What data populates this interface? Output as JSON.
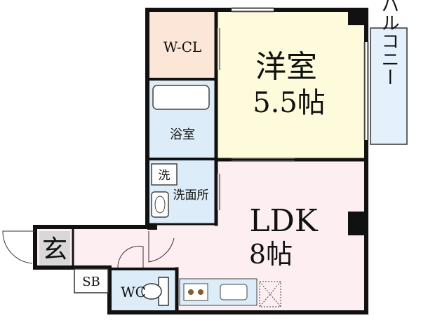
{
  "rooms": {
    "wcl": "W-CL",
    "western": "洋室",
    "western_size": "5.5帖",
    "balcony": "バルコニー",
    "bath": "浴室",
    "washer": "洗",
    "washroom": "洗面所",
    "ldk": "LDK",
    "ldk_size": "8帖",
    "entrance": "玄",
    "sb": "SB",
    "wc": "WC"
  },
  "colors": {
    "wall": "#111111",
    "wcl_fill": "#fbe6d8",
    "western_fill": "#fdfbdc",
    "wet_fill": "#dcecf8",
    "ldk_fill": "#fdeef2",
    "balcony_fill": "#e4f0fb",
    "entrance_fill": "#d8d8d8"
  }
}
